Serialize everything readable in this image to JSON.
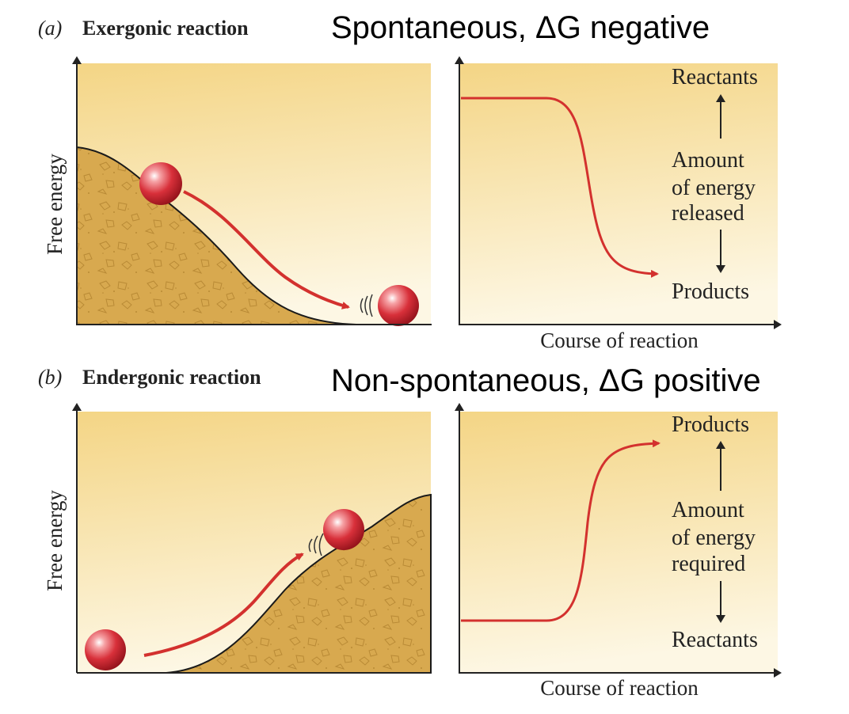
{
  "panel_a": {
    "letter": "(a)",
    "title": "Exergonic reaction",
    "headline": "Spontaneous, ΔG negative",
    "y_axis_label": "Free energy",
    "x_axis_label": "Course of reaction",
    "top_label": "Reactants",
    "middle_label": [
      "Amount",
      "of energy",
      "released"
    ],
    "bottom_label": "Products"
  },
  "panel_b": {
    "letter": "(b)",
    "title": "Endergonic reaction",
    "headline": "Non-spontaneous, ΔG positive",
    "y_axis_label": "Free energy",
    "x_axis_label": "Course of reaction",
    "top_label": "Products",
    "middle_label": [
      "Amount",
      "of energy",
      "required"
    ],
    "bottom_label": "Reactants"
  },
  "colors": {
    "panel_bg_top": "#f5d98a",
    "panel_bg_bottom": "#fdf6e0",
    "hill": "#d9aa4f",
    "curve": "#d3312e",
    "ball": "#d82c33"
  }
}
